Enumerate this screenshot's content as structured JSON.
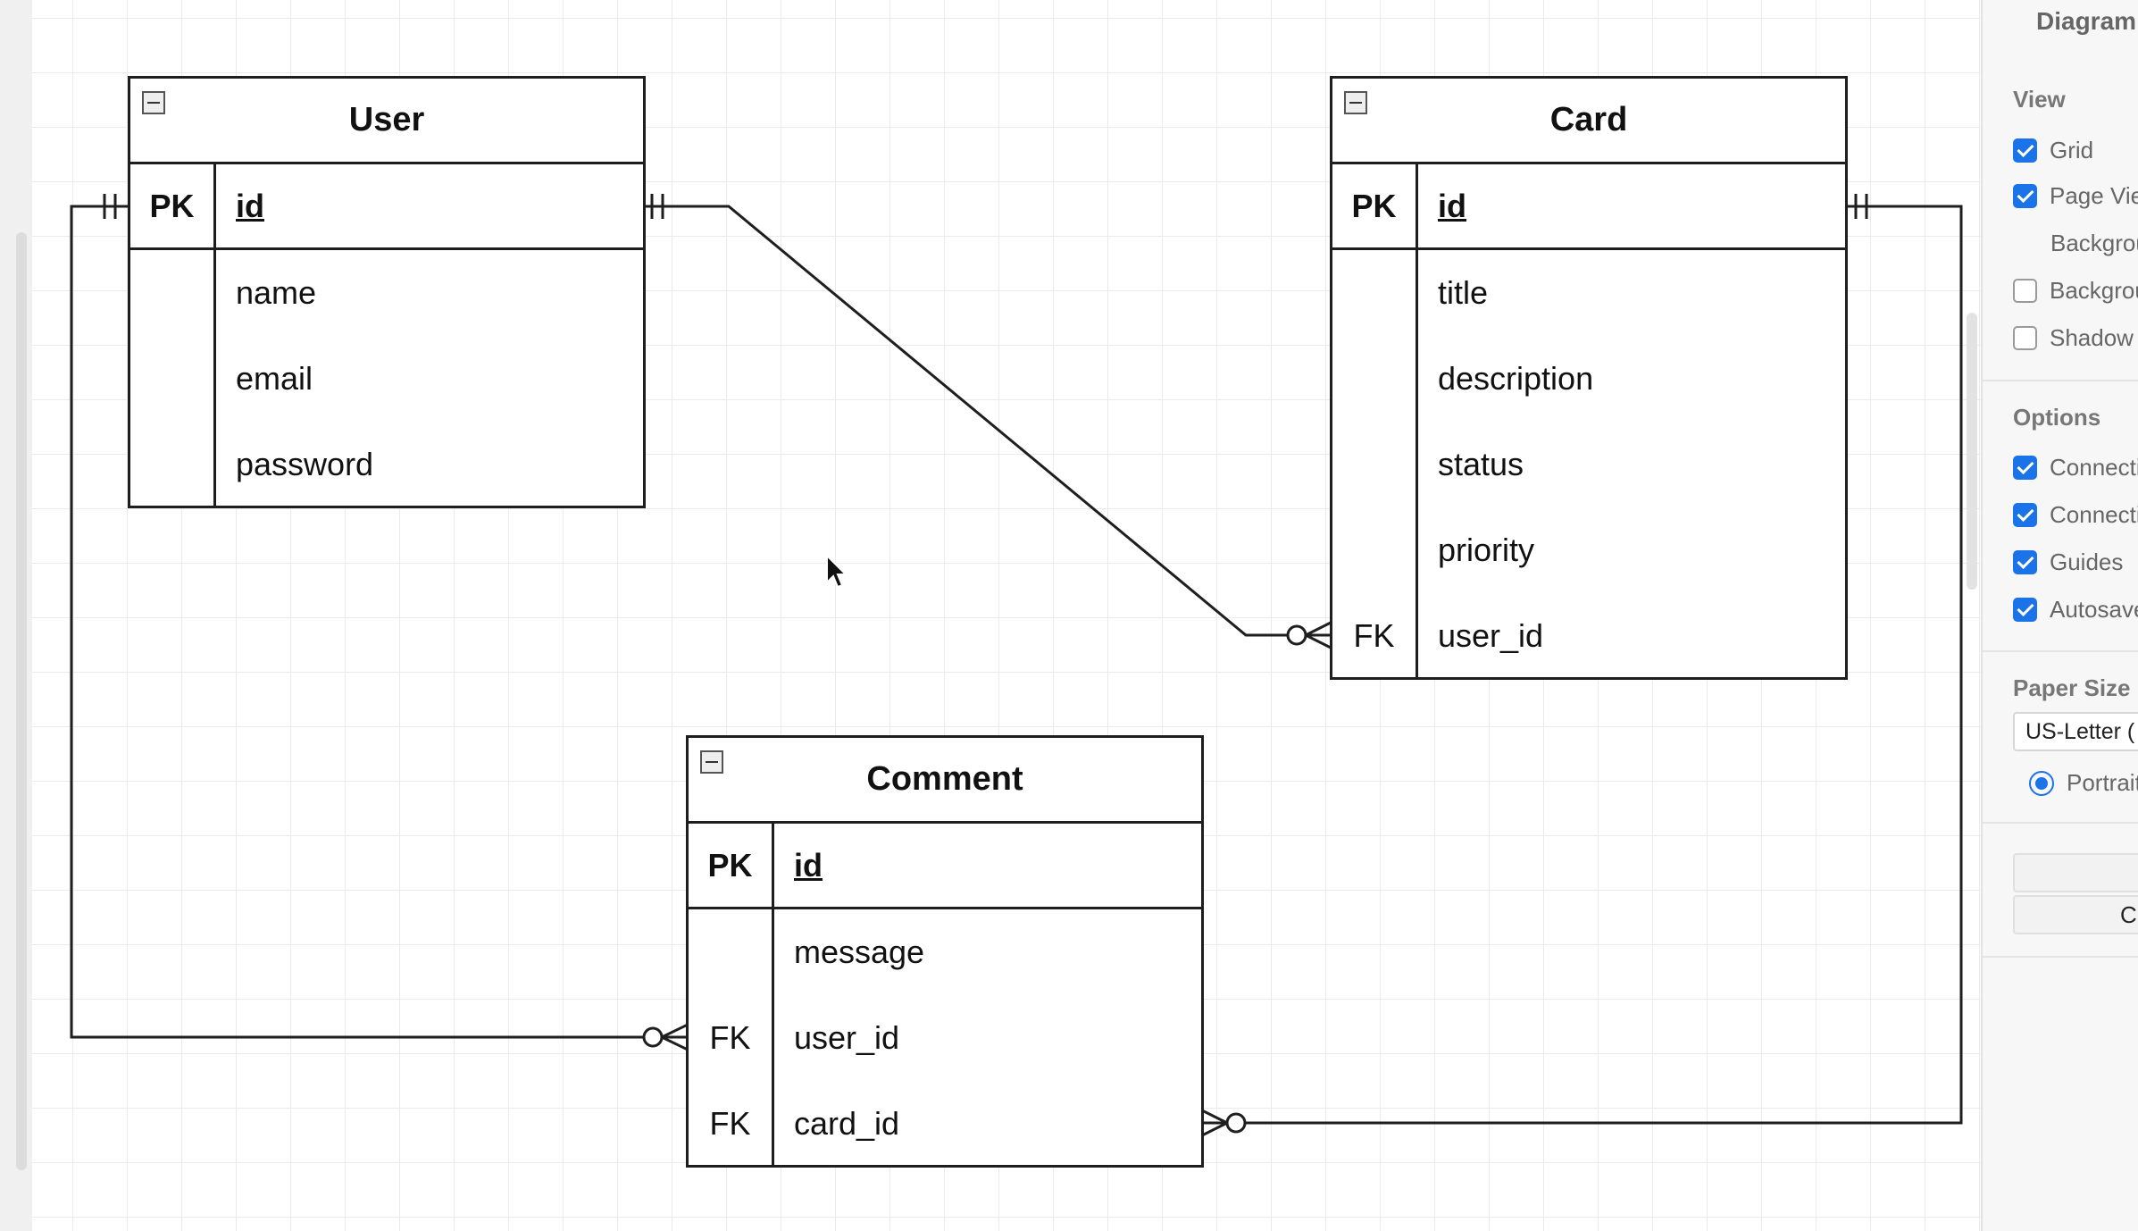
{
  "entities": {
    "user": {
      "title": "User",
      "pk": {
        "key": "PK",
        "field": "id"
      },
      "rows": [
        {
          "key": "",
          "field": "name"
        },
        {
          "key": "",
          "field": "email"
        },
        {
          "key": "",
          "field": "password"
        }
      ]
    },
    "card": {
      "title": "Card",
      "pk": {
        "key": "PK",
        "field": "id"
      },
      "rows": [
        {
          "key": "",
          "field": "title"
        },
        {
          "key": "",
          "field": "description"
        },
        {
          "key": "",
          "field": "status"
        },
        {
          "key": "",
          "field": "priority"
        },
        {
          "key": "FK",
          "field": "user_id"
        }
      ]
    },
    "comment": {
      "title": "Comment",
      "pk": {
        "key": "PK",
        "field": "id"
      },
      "rows": [
        {
          "key": "",
          "field": "message"
        },
        {
          "key": "FK",
          "field": "user_id"
        },
        {
          "key": "FK",
          "field": "card_id"
        }
      ]
    }
  },
  "relationships": [
    {
      "from": "User.id",
      "from_cardinality": "one-and-only-one",
      "to": "Card.user_id",
      "to_cardinality": "zero-or-many"
    },
    {
      "from": "User.id",
      "from_cardinality": "one-and-only-one",
      "to": "Comment.user_id",
      "to_cardinality": "zero-or-many"
    },
    {
      "from": "Card.id",
      "from_cardinality": "one-and-only-one",
      "to": "Comment.card_id",
      "to_cardinality": "zero-or-many"
    }
  ],
  "sidebar": {
    "title": "Diagram",
    "view_label": "View",
    "view_options": [
      {
        "label": "Grid",
        "checked": true
      },
      {
        "label": "Page View",
        "checked": true
      },
      {
        "label": "Background",
        "checkbox": false
      },
      {
        "label": "Background",
        "checked": false
      },
      {
        "label": "Shadow",
        "checked": false
      }
    ],
    "options_label": "Options",
    "options": [
      {
        "label": "Connection Arrows",
        "checked": true
      },
      {
        "label": "Connection Points",
        "checked": true
      },
      {
        "label": "Guides",
        "checked": true
      },
      {
        "label": "Autosave",
        "checked": true
      }
    ],
    "paper_size_label": "Paper Size",
    "paper_size_value": "US-Letter (",
    "orientation": "Portrait",
    "button_label": "C"
  },
  "colors": {
    "accent": "#1a73e8",
    "line": "#1e1e1e",
    "grid": "#ebebeb"
  }
}
